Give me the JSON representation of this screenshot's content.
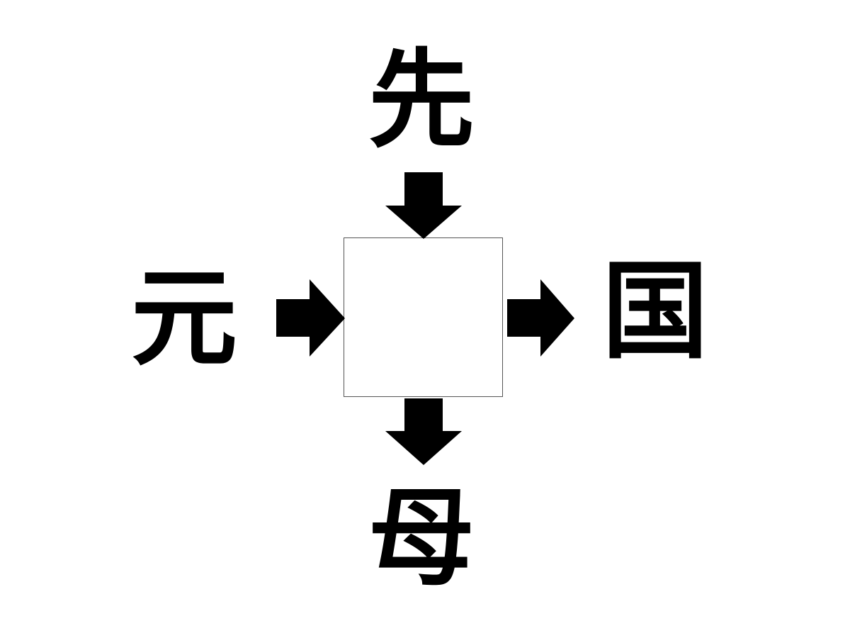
{
  "puzzle": {
    "top_char": "先",
    "left_char": "元",
    "right_char": "国",
    "bottom_char": "母",
    "answer": ""
  },
  "colors": {
    "ink": "#000000",
    "box_border": "#555555",
    "background": "#ffffff"
  },
  "icons": {
    "top_arrow": "arrow-down-icon",
    "left_arrow": "arrow-right-icon",
    "out_right_arrow": "arrow-right-icon",
    "out_bottom_arrow": "arrow-down-icon"
  }
}
